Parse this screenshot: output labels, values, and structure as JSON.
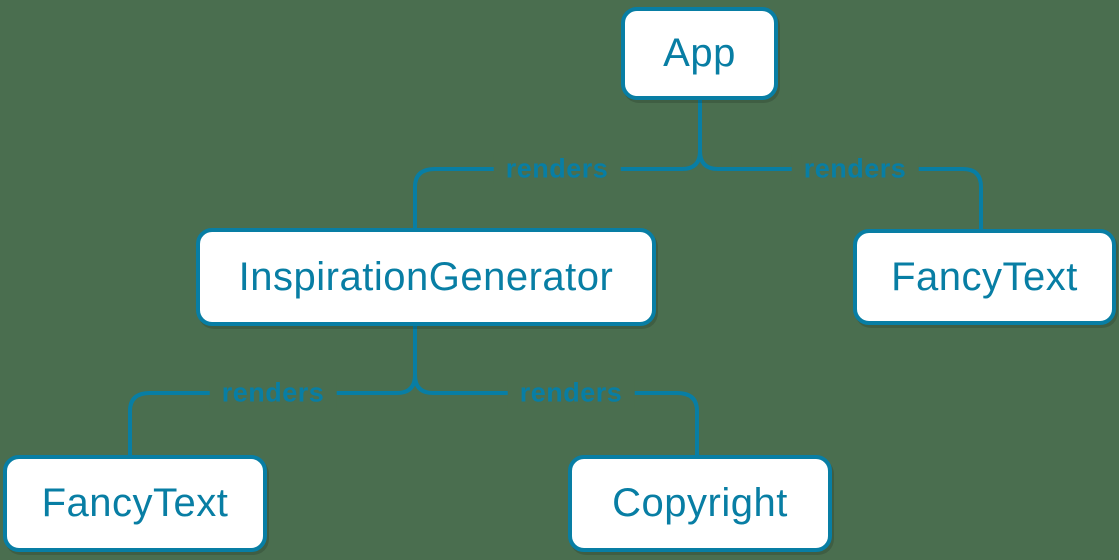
{
  "diagram": {
    "type": "component-render-tree",
    "colors": {
      "background": "#4a6e4f",
      "accent": "#087ea4",
      "node_fill": "#ffffff"
    },
    "nodes": [
      {
        "id": "app",
        "label": "App"
      },
      {
        "id": "inspiration-generator",
        "label": "InspirationGenerator"
      },
      {
        "id": "fancy-text-top",
        "label": "FancyText"
      },
      {
        "id": "fancy-text-bottom",
        "label": "FancyText"
      },
      {
        "id": "copyright",
        "label": "Copyright"
      }
    ],
    "edges": [
      {
        "from": "App",
        "to": "InspirationGenerator",
        "label": "renders"
      },
      {
        "from": "App",
        "to": "FancyText",
        "label": "renders"
      },
      {
        "from": "InspirationGenerator",
        "to": "FancyText",
        "label": "renders"
      },
      {
        "from": "InspirationGenerator",
        "to": "Copyright",
        "label": "renders"
      }
    ]
  }
}
